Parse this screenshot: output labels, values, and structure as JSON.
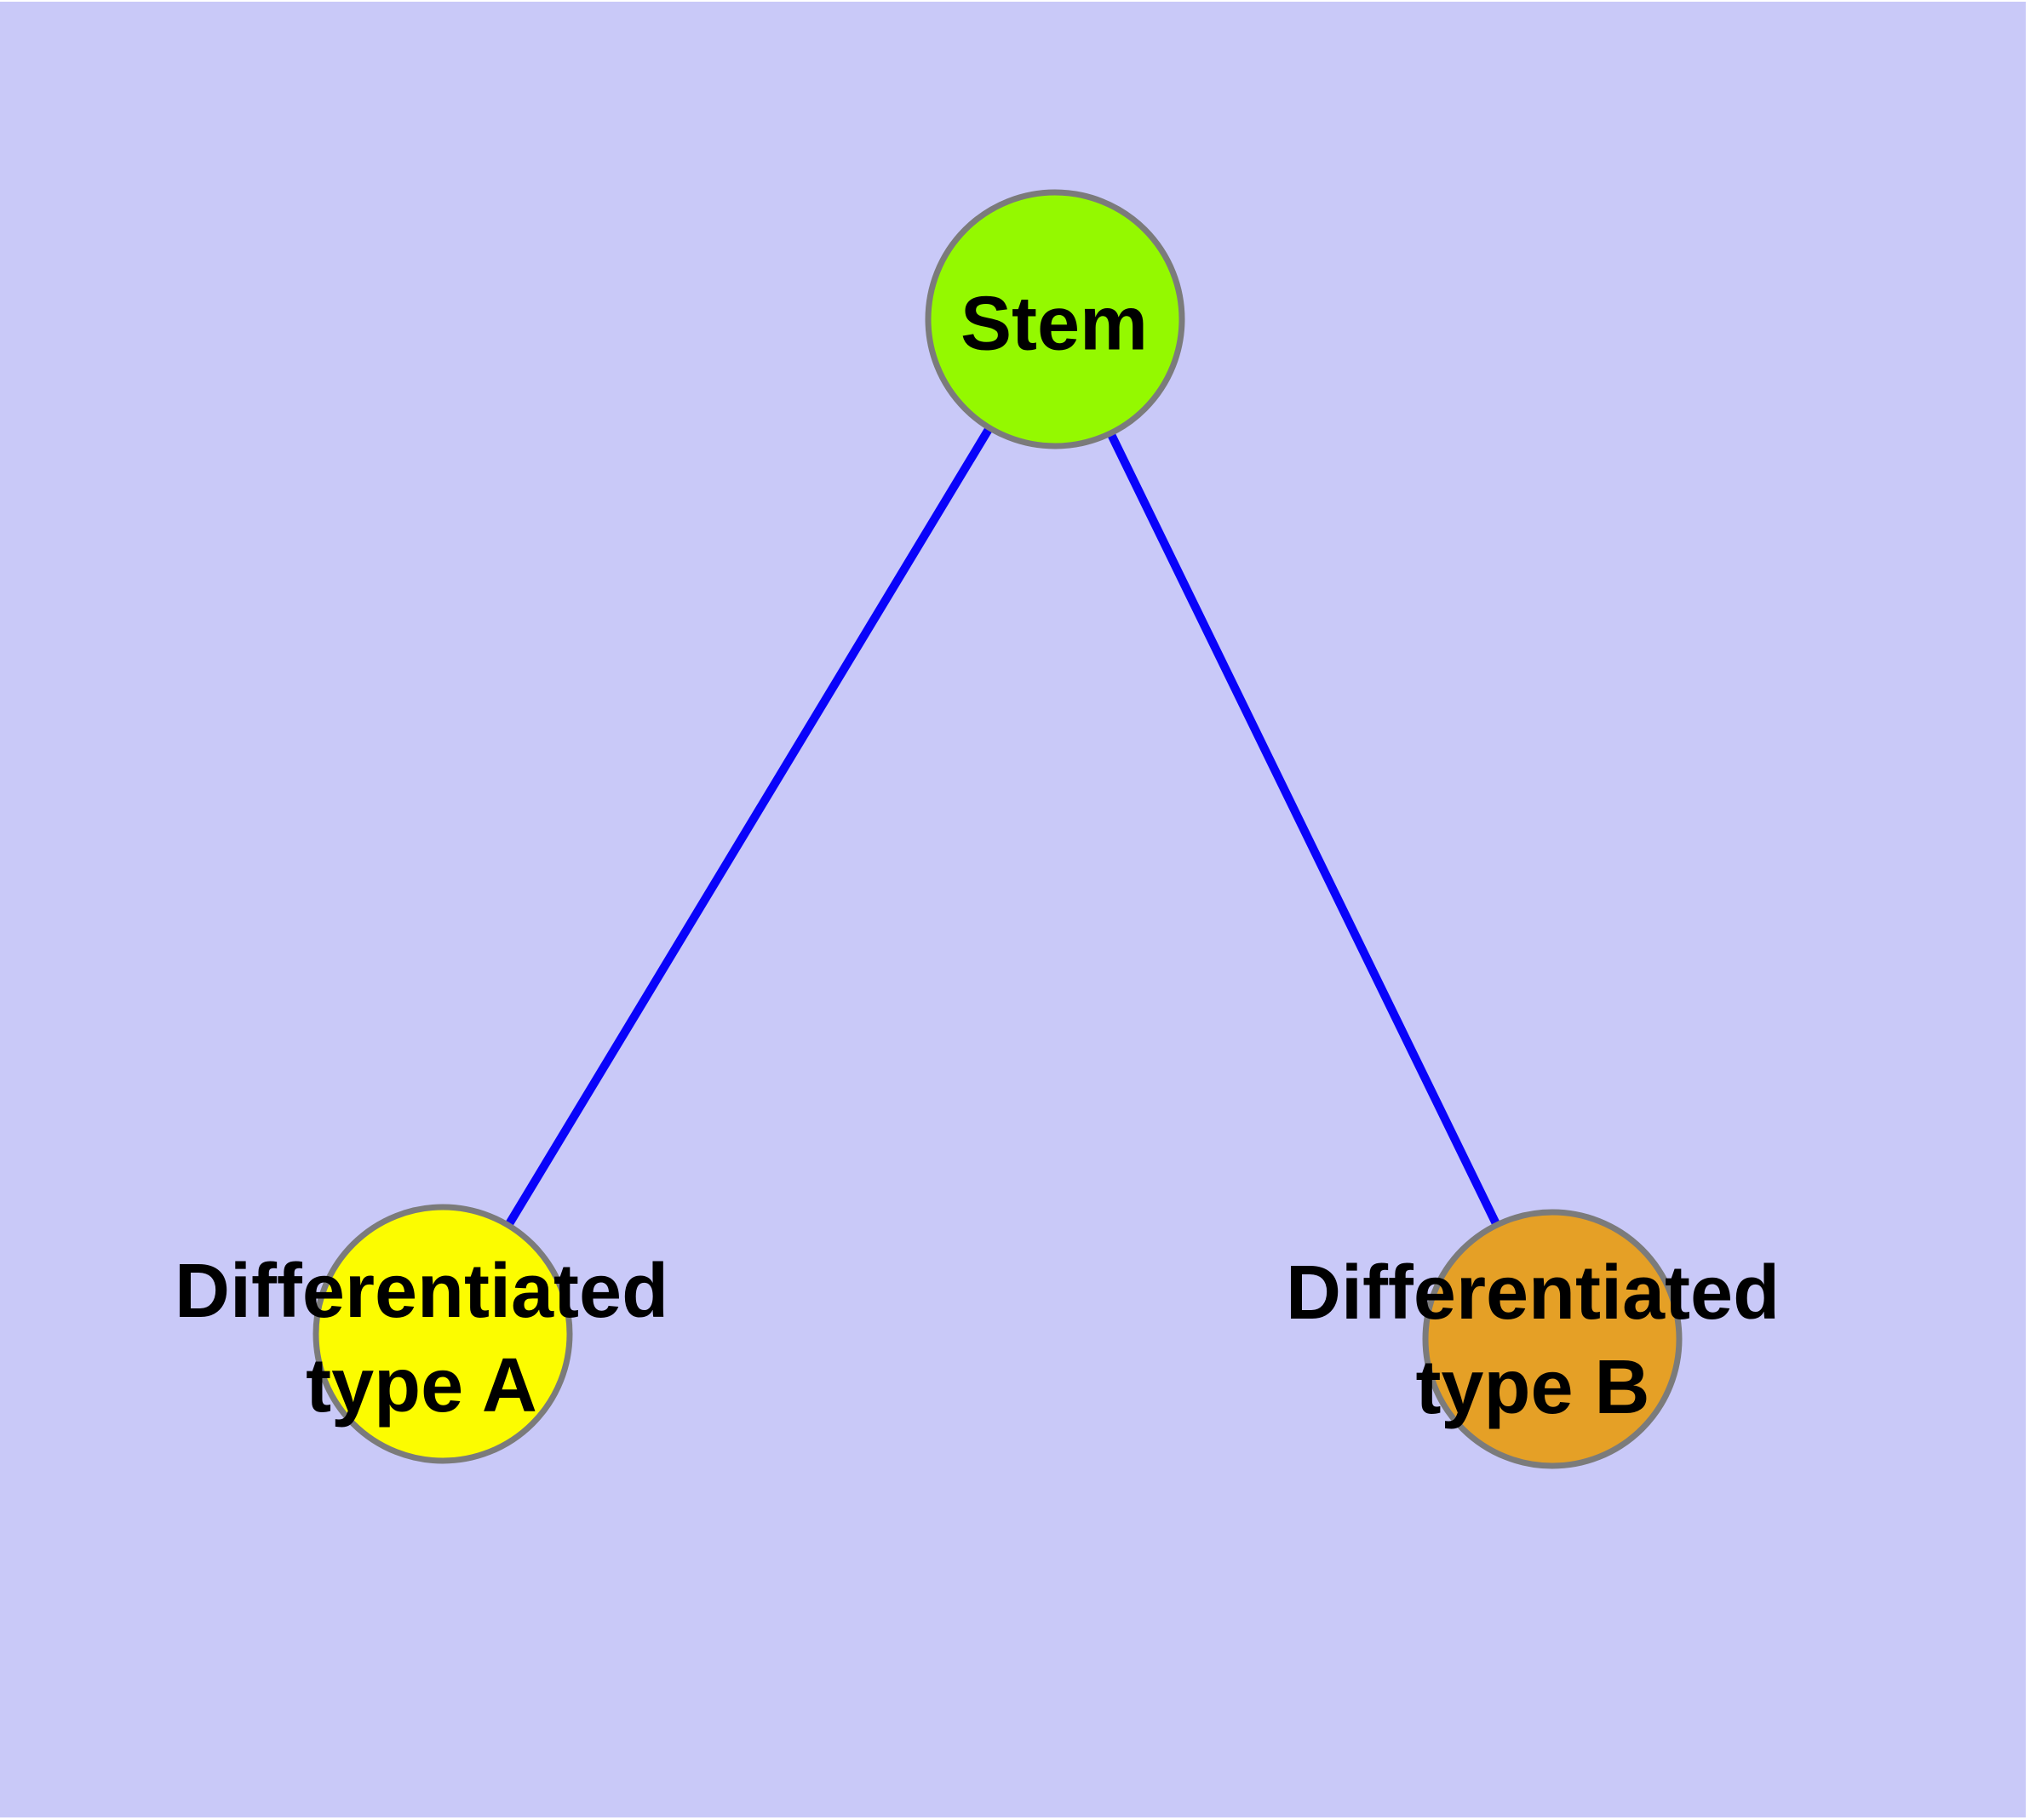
{
  "canvas": {
    "background_color": "#C9C9F8",
    "margin_color": "#FFFFFF"
  },
  "text_color": "#000000",
  "node_border_color": "#7B7B7B",
  "nodes": [
    {
      "name": "stem",
      "label": "Stem",
      "lines": [
        "Stem"
      ],
      "fill": "#94F900"
    },
    {
      "name": "differentiated-type-a",
      "label": "Differentiated type A",
      "lines": [
        "Differentiated",
        "type A"
      ],
      "fill": "#FCFC00"
    },
    {
      "name": "differentiated-type-b",
      "label": "Differentiated type B",
      "lines": [
        "Differentiated",
        "type B"
      ],
      "fill": "#E5A026"
    }
  ],
  "edges": [
    {
      "name": "stem-to-type-a",
      "from": "stem",
      "to": "differentiated-type-a",
      "color": "#0903FA"
    },
    {
      "name": "stem-to-type-b",
      "from": "stem",
      "to": "differentiated-type-b",
      "color": "#0903FA"
    }
  ]
}
